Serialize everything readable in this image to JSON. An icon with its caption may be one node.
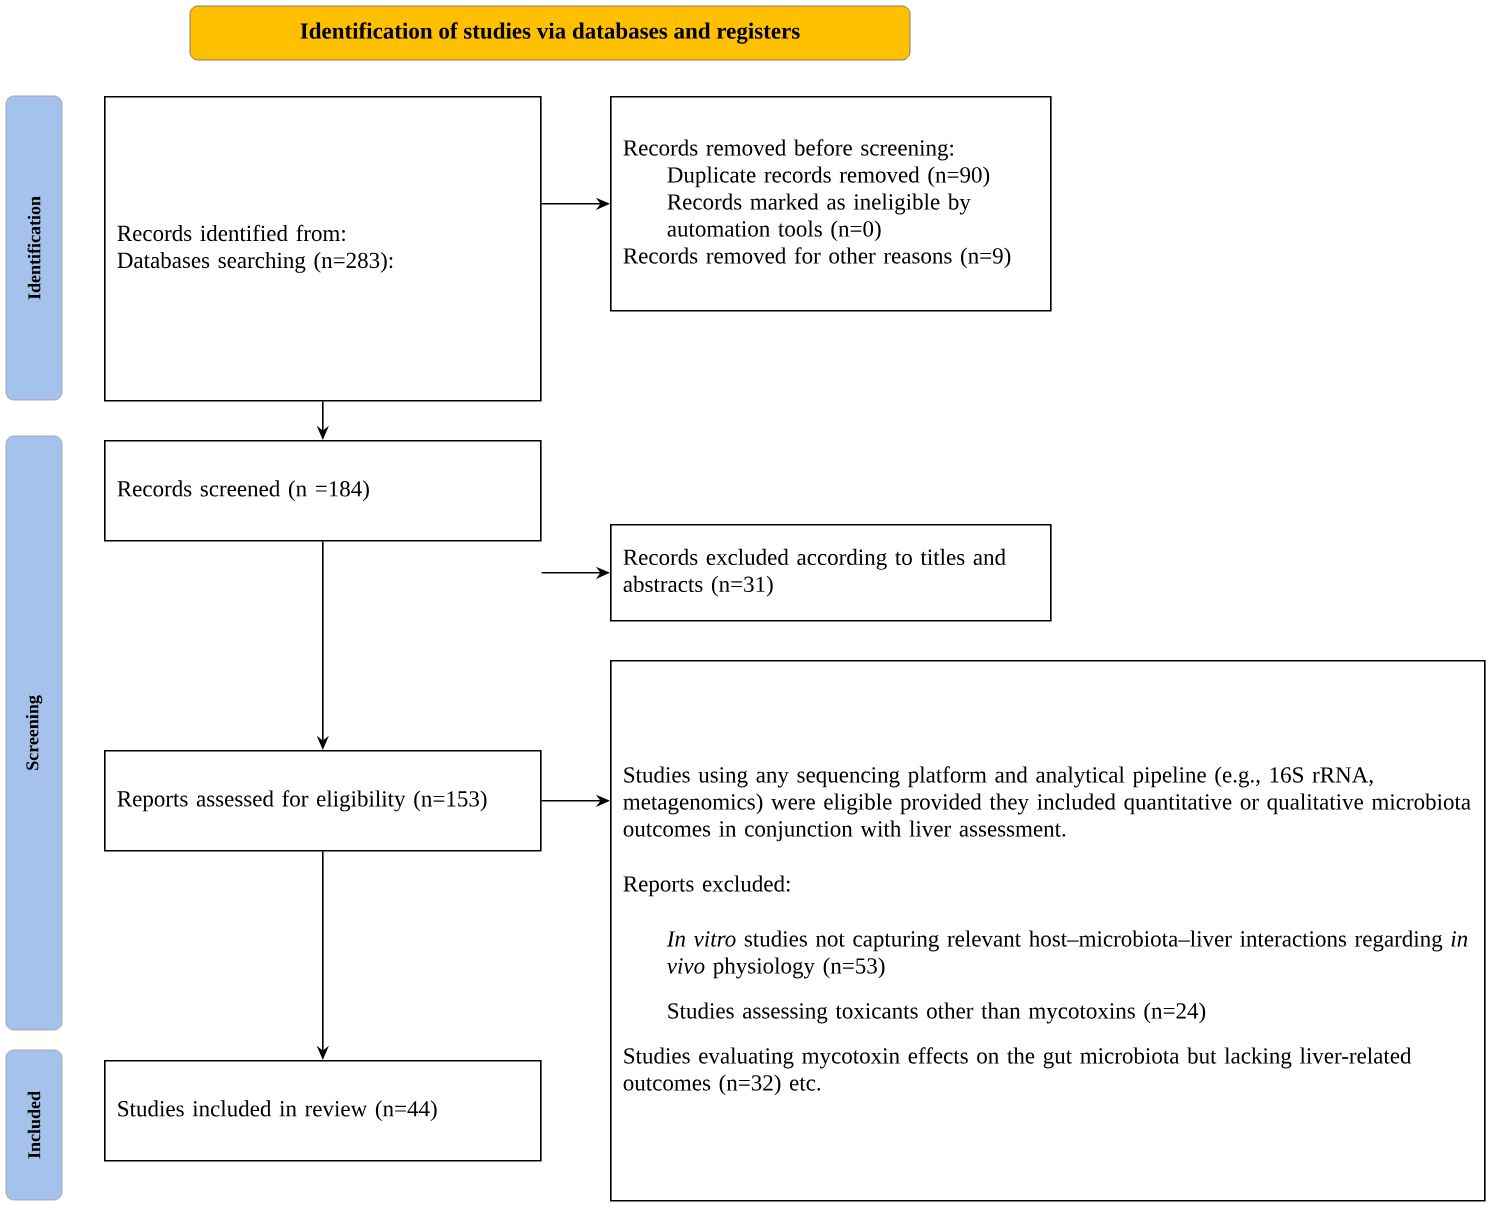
{
  "diagram": {
    "nodes": [
      {
        "text": [
          "Identification of studies via databases and registers"
        ]
      },
      {
        "text": [
          "Identification"
        ]
      },
      {
        "text": [
          "Screening"
        ]
      },
      {
        "text": [
          "Included"
        ]
      },
      {
        "text": [
          "Records identified from:",
          "Databases searching (n=283):"
        ]
      },
      {
        "text": [
          "Records removed before screening:",
          "Duplicate records removed (n=90)",
          "Records marked as ineligible by automation tools (n=0)",
          "Records removed for other reasons (n=9)"
        ]
      },
      {
        "text": [
          "Records screened (n =184)"
        ]
      },
      {
        "text": [
          "Records excluded according to titles and abstracts (n=31)"
        ]
      },
      {
        "text": [
          "Reports assessed for eligibility (n=153)"
        ]
      },
      {
        "text": [
          "Studies using any sequencing platform and analytical pipeline (e.g., 16S rRNA, metagenomics) were eligible provided they included quantitative or qualitative microbiota outcomes in conjunction with liver assessment.",
          "Reports excluded:",
          "*In vitro* studies not capturing relevant host–microbiota–liver interactions regarding *in vivo* physiology (n=53)",
          "Studies assessing toxicants other than mycotoxins (n=24)",
          "Studies evaluating mycotoxin effects on the gut microbiota but lacking liver-related outcomes (n=32) etc."
        ]
      },
      {
        "text": [
          "Studies included in review (n=44)"
        ]
      }
    ],
    "edges": [
      {
        "from": 4,
        "to": 5,
        "arrow": "to"
      },
      {
        "from": 4,
        "to": 6,
        "arrow": "to"
      },
      {
        "from": 6,
        "to": 7,
        "arrow": "to"
      },
      {
        "from": 6,
        "to": 8,
        "arrow": "to"
      },
      {
        "from": 8,
        "to": 9,
        "arrow": "to"
      },
      {
        "from": 8,
        "to": 10,
        "arrow": "to"
      }
    ]
  }
}
